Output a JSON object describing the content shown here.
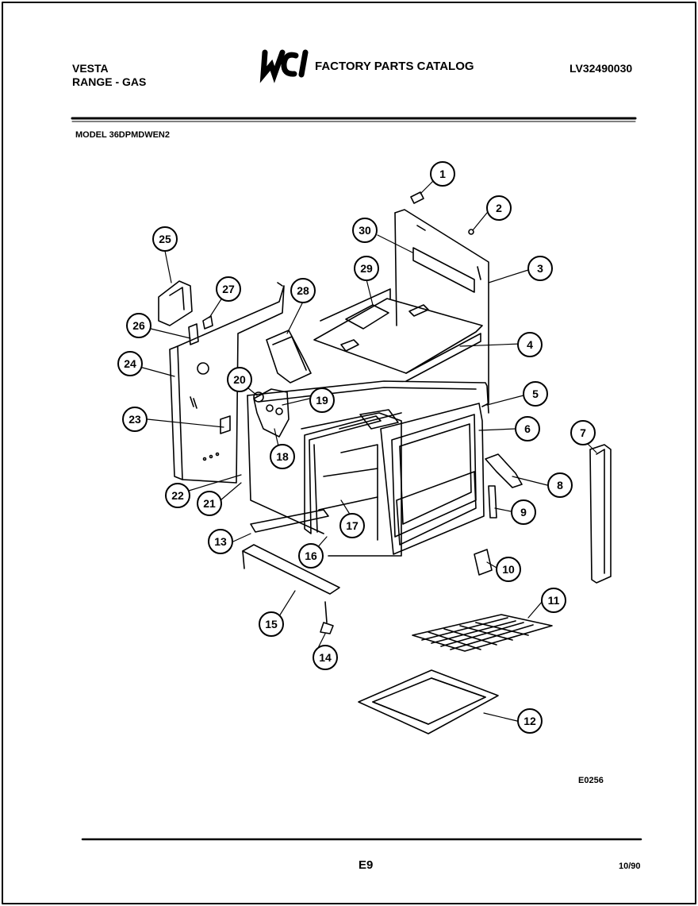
{
  "header": {
    "brand_line1": "VESTA",
    "brand_line2": "RANGE - GAS",
    "logo": "WCI",
    "catalog_title": "FACTORY PARTS CATALOG",
    "catalog_number": "LV32490030",
    "model": "MODEL 36DPMDWEN2"
  },
  "diagram": {
    "part_callouts": [
      "1",
      "2",
      "3",
      "4",
      "5",
      "6",
      "7",
      "8",
      "9",
      "10",
      "11",
      "12",
      "13",
      "14",
      "15",
      "16",
      "17",
      "18",
      "19",
      "20",
      "21",
      "22",
      "23",
      "24",
      "25",
      "26",
      "27",
      "28",
      "29",
      "30"
    ],
    "drawing_code": "E0256"
  },
  "footer": {
    "page": "E9",
    "date": "10/90"
  }
}
